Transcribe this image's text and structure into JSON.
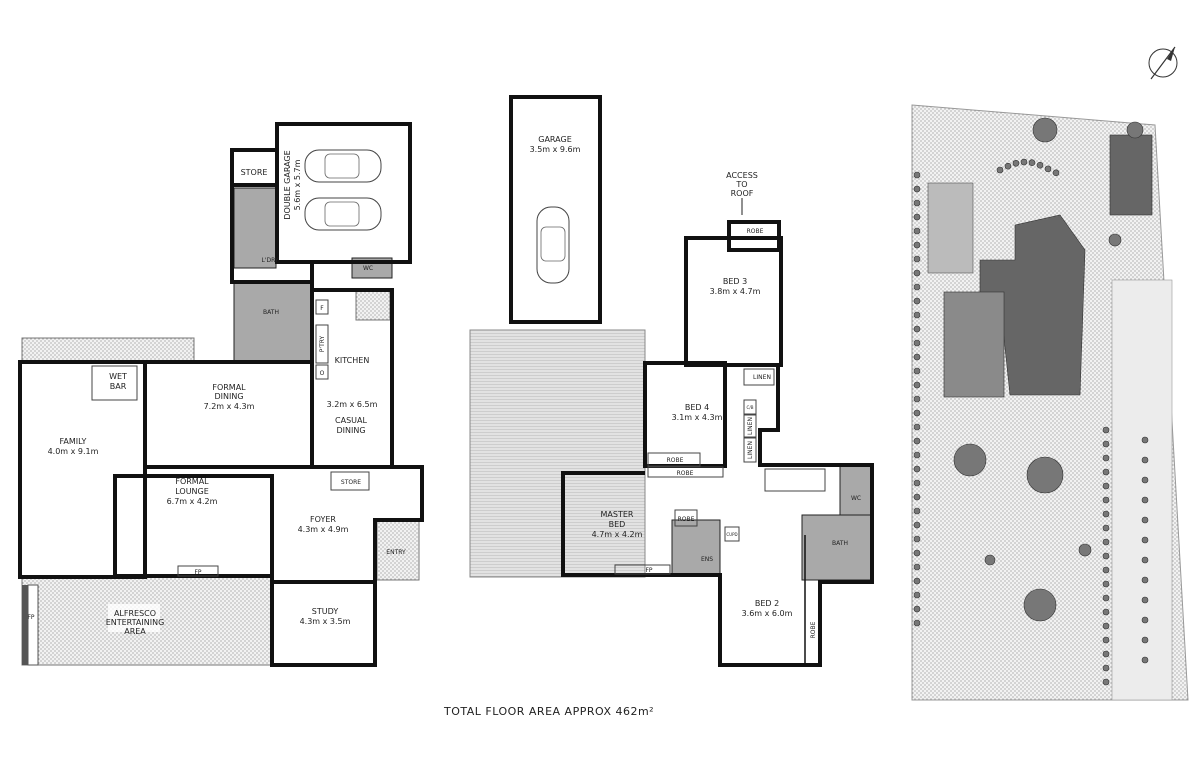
{
  "ground_floor": {
    "rooms": [
      {
        "name": "DOUBLE GARAGE",
        "size": "5.6m x 5.7m"
      },
      {
        "name": "STORE"
      },
      {
        "name": "L'DRY"
      },
      {
        "name": "BATH"
      },
      {
        "name": "WC"
      },
      {
        "name": "F"
      },
      {
        "name": "P'TRY"
      },
      {
        "name": "O"
      },
      {
        "name": "KITCHEN",
        "size": "3.2m x 6.5m"
      },
      {
        "name": "CASUAL",
        "name2": "DINING"
      },
      {
        "name": "WET",
        "name2": "BAR"
      },
      {
        "name": "FAMILY",
        "size": "4.0m x 9.1m"
      },
      {
        "name": "FORMAL",
        "name2": "DINING",
        "size": "7.2m x 4.3m"
      },
      {
        "name": "FORMAL",
        "name2": "LOUNGE",
        "size": "6.7m x 4.2m"
      },
      {
        "name": "FP"
      },
      {
        "name": "STORE"
      },
      {
        "name": "FOYER",
        "size": "4.3m x 4.9m"
      },
      {
        "name": "ENTRY"
      },
      {
        "name": "STUDY",
        "size": "4.3m x 3.5m"
      },
      {
        "name": "ALFRESCO",
        "name2": "ENTERTAINING",
        "name3": "AREA"
      },
      {
        "name": "FP"
      }
    ]
  },
  "upper_floor": {
    "rooms": [
      {
        "name": "GARAGE",
        "size": "3.5m x 9.6m"
      },
      {
        "name": "ACCESS",
        "name2": "TO",
        "name3": "ROOF"
      },
      {
        "name": "ROBE"
      },
      {
        "name": "BED 3",
        "size": "3.8m x 4.7m"
      },
      {
        "name": "LINEN"
      },
      {
        "name": "C/B"
      },
      {
        "name": "LINEN"
      },
      {
        "name": "LINEN"
      },
      {
        "name": "BED 4",
        "size": "3.1m x 4.3m"
      },
      {
        "name": "ROBE"
      },
      {
        "name": "ROBE"
      },
      {
        "name": "MASTER",
        "name2": "BED",
        "size": "4.7m x 4.2m"
      },
      {
        "name": "ROBE"
      },
      {
        "name": "ENS"
      },
      {
        "name": "FP"
      },
      {
        "name": "CUPD"
      },
      {
        "name": "WC"
      },
      {
        "name": "BATH"
      },
      {
        "name": "BED 2",
        "size": "3.6m x 6.0m"
      },
      {
        "name": "ROBE"
      }
    ]
  },
  "footer": {
    "total_area": "TOTAL FLOOR AREA APPROX  462m²"
  },
  "icons": {
    "north_arrow": "north-arrow-icon",
    "car": "car-icon",
    "tree": "tree-icon"
  }
}
